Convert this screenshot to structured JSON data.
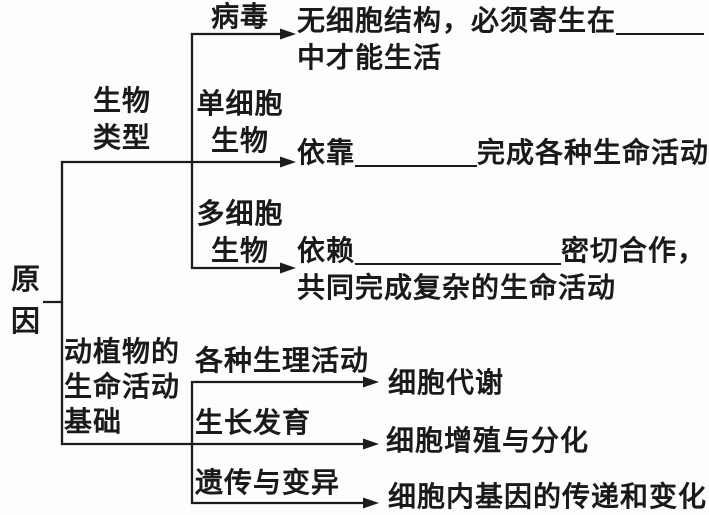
{
  "figure": {
    "root": {
      "label": "原因",
      "label_lines": [
        "原",
        "因"
      ]
    },
    "top_branch": {
      "label": "生物类型",
      "label_lines": [
        "生物",
        "类型"
      ],
      "virus": {
        "label": "病毒",
        "desc_line1_text": "无细胞结构，必须寄生在",
        "desc_line1_has_blank": true,
        "desc_line2_text": "中才能生活"
      },
      "unicellular": {
        "label": "单细胞生物",
        "label_lines": [
          "单细胞",
          "生物"
        ],
        "desc_prefix": "依靠",
        "desc_has_blank": true,
        "desc_suffix": "完成各种生命活动"
      },
      "multicellular": {
        "label": "多细胞生物",
        "label_lines": [
          "多细胞",
          "生物"
        ],
        "desc_prefix": "依赖",
        "desc_has_blank": true,
        "desc_suffix": "密切合作，",
        "desc_line2_text": "共同完成复杂的生命活动"
      }
    },
    "bottom_branch": {
      "label": "动植物的生命活动基础",
      "label_lines": [
        "动植物的",
        "生命活动",
        "基础"
      ],
      "items": [
        {
          "label": "各种生理活动",
          "result": "细胞代谢"
        },
        {
          "label": "生长发育",
          "result": "细胞增殖与分化"
        },
        {
          "label": "遗传与变异",
          "result": "细胞内基因的传递和变化"
        }
      ]
    },
    "colors": {
      "ink": "#1a1a1a",
      "background": "#fdfdfc"
    }
  }
}
